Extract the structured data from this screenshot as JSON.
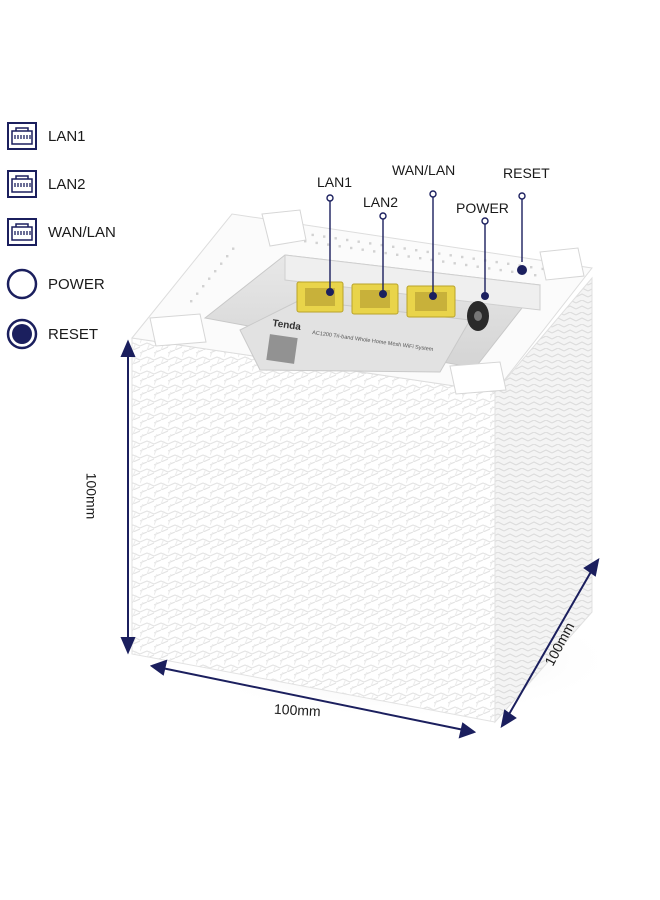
{
  "legend": {
    "items": [
      {
        "label": "LAN1",
        "icon": "ethernet-port-icon"
      },
      {
        "label": "LAN2",
        "icon": "ethernet-port-icon"
      },
      {
        "label": "WAN/LAN",
        "icon": "ethernet-port-icon"
      },
      {
        "label": "POWER",
        "icon": "power-socket-icon"
      },
      {
        "label": "RESET",
        "icon": "reset-button-icon"
      }
    ]
  },
  "callouts": {
    "lan1": "LAN1",
    "lan2": "LAN2",
    "wan_lan": "WAN/LAN",
    "power": "POWER",
    "reset": "RESET"
  },
  "dimensions": {
    "height": "100mm",
    "width": "100mm",
    "depth": "100mm"
  },
  "product_label": {
    "brand": "Tenda",
    "model_line": "AC1200 Tri-band Whole Home Mesh WiFi System"
  },
  "colors": {
    "accent": "#1b1f5e",
    "port_yellow": "#e9d44a",
    "device_white": "#ffffff",
    "device_shadow": "#d9d9d9"
  }
}
